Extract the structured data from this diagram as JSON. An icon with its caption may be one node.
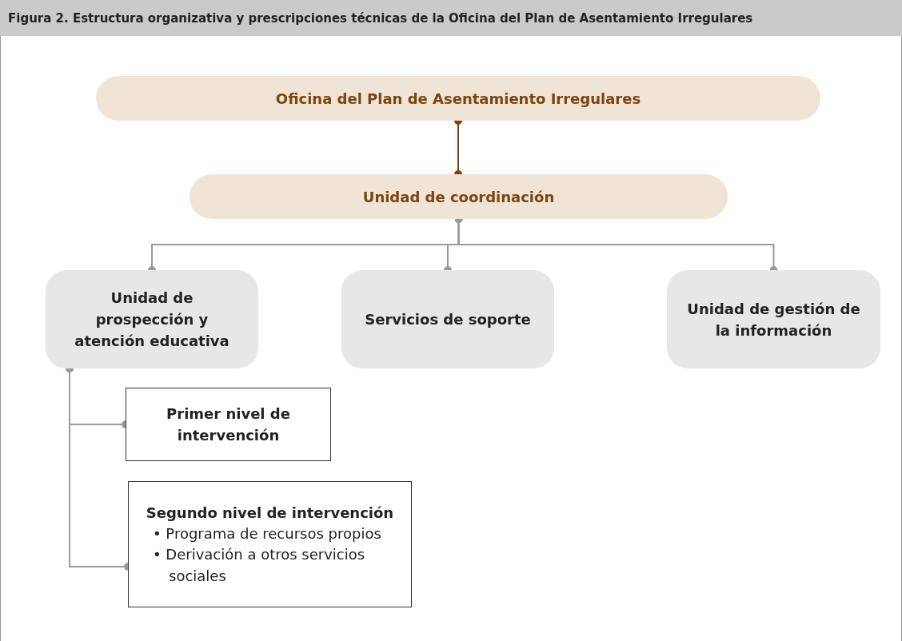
{
  "diagram": {
    "title": "Figura 2. Estructura organizativa y prescripciones técnicas de la Oficina del Plan de Asentamiento Irregulares",
    "nodes": [
      {
        "text": [
          "Oficina del Plan de Asentamiento Irregulares"
        ]
      },
      {
        "text": [
          "Unidad de coordinación"
        ]
      },
      {
        "text": [
          "Unidad de prospección y atención educativa"
        ]
      },
      {
        "text": [
          "Servicios de soporte"
        ]
      },
      {
        "text": [
          "Unidad de gestión de la información"
        ]
      },
      {
        "text": [
          "Primer nivel de intervención"
        ]
      },
      {
        "text": [
          "Segundo nivel de intervención",
          "• Programa de recursos propios",
          "• Derivación a otros servicios sociales"
        ]
      }
    ],
    "edges": [
      {
        "from": 0,
        "to": 1,
        "arrow": "other",
        "color": "#7a4510"
      },
      {
        "from": 1,
        "to": 2,
        "arrow": "other"
      },
      {
        "from": 1,
        "to": 3,
        "arrow": "other"
      },
      {
        "from": 1,
        "to": 4,
        "arrow": "other"
      },
      {
        "from": 2,
        "to": 5,
        "arrow": "other"
      },
      {
        "from": 2,
        "to": 6,
        "arrow": "other"
      }
    ]
  }
}
